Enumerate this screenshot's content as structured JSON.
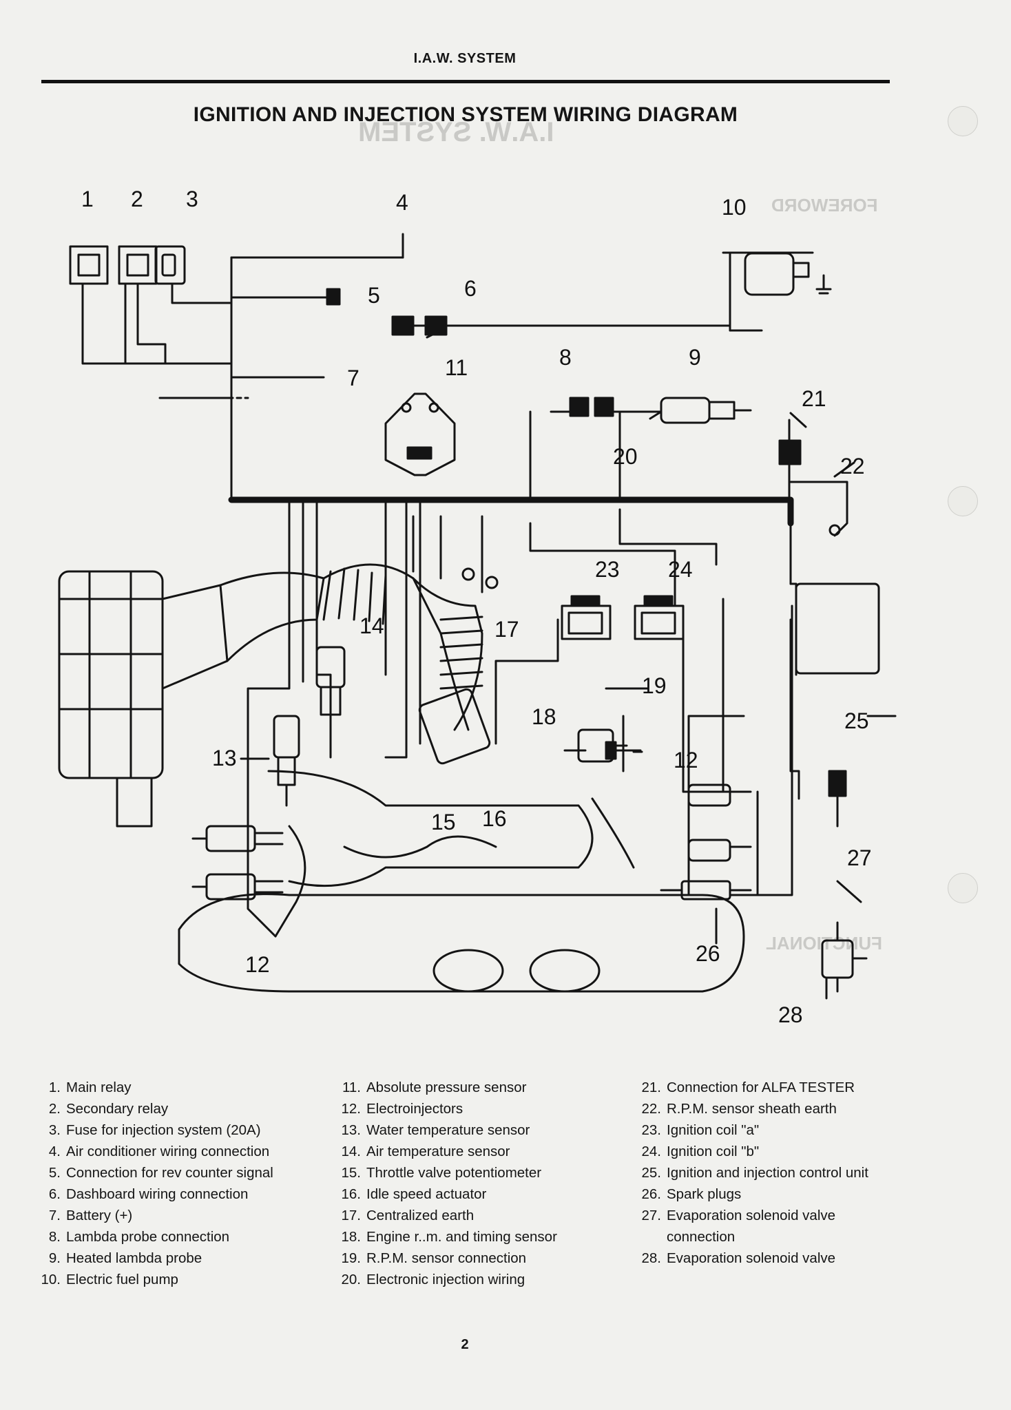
{
  "header": {
    "section": "I.A.W. SYSTEM",
    "title": "IGNITION AND INJECTION SYSTEM WIRING DIAGRAM"
  },
  "diagram": {
    "callouts": [
      "1",
      "2",
      "3",
      "4",
      "5",
      "6",
      "7",
      "8",
      "9",
      "10",
      "11",
      "12",
      "13",
      "14",
      "15",
      "16",
      "17",
      "18",
      "19",
      "20",
      "21",
      "22",
      "23",
      "24",
      "25",
      "26",
      "27",
      "28",
      "12"
    ]
  },
  "legend": {
    "col1": [
      {
        "num": "1.",
        "text": "Main relay"
      },
      {
        "num": "2.",
        "text": "Secondary relay"
      },
      {
        "num": "3.",
        "text": "Fuse for injection system (20A)"
      },
      {
        "num": "4.",
        "text": "Air conditioner wiring connection"
      },
      {
        "num": "5.",
        "text": "Connection for rev counter signal"
      },
      {
        "num": "6.",
        "text": "Dashboard wiring connection"
      },
      {
        "num": "7.",
        "text": "Battery (+)"
      },
      {
        "num": "8.",
        "text": "Lambda probe connection"
      },
      {
        "num": "9.",
        "text": "Heated lambda probe"
      },
      {
        "num": "10.",
        "text": "Electric fuel pump"
      }
    ],
    "col2": [
      {
        "num": "11.",
        "text": "Absolute pressure sensor"
      },
      {
        "num": "12.",
        "text": "Electroinjectors"
      },
      {
        "num": "13.",
        "text": "Water temperature sensor"
      },
      {
        "num": "14.",
        "text": "Air temperature sensor"
      },
      {
        "num": "15.",
        "text": "Throttle valve potentiometer"
      },
      {
        "num": "16.",
        "text": "Idle speed actuator"
      },
      {
        "num": "17.",
        "text": "Centralized earth"
      },
      {
        "num": "18.",
        "text": "Engine r..m. and timing sensor"
      },
      {
        "num": "19.",
        "text": "R.P.M. sensor connection"
      },
      {
        "num": "20.",
        "text": "Electronic injection wiring"
      }
    ],
    "col3": [
      {
        "num": "21.",
        "text": "Connection for ALFA TESTER"
      },
      {
        "num": "22.",
        "text": "R.P.M. sensor sheath earth"
      },
      {
        "num": "23.",
        "text": "Ignition coil \"a\""
      },
      {
        "num": "24.",
        "text": "Ignition coil \"b\""
      },
      {
        "num": "25.",
        "text": "Ignition and injection control unit"
      },
      {
        "num": "26.",
        "text": "Spark plugs"
      },
      {
        "num": "27.",
        "text": "Evaporation solenoid valve\nconnection"
      },
      {
        "num": "28.",
        "text": "Evaporation solenoid valve"
      }
    ]
  },
  "page_number": "2"
}
